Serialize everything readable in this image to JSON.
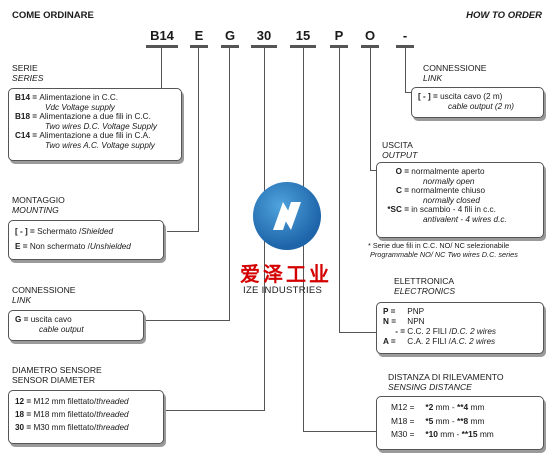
{
  "header": {
    "left_title": "COME ORDINARE",
    "right_title": "HOW TO ORDER"
  },
  "code": [
    "B14",
    "E",
    "G",
    "30",
    "15",
    "P",
    "O",
    "-"
  ],
  "serie": {
    "title": "SERIE",
    "title_en": "SERIES",
    "items": [
      {
        "code": "B14 =",
        "text": "Alimentazione in C.C.",
        "sub": "Vdc Voltage supply"
      },
      {
        "code": "B18 =",
        "text": "Alimentazione a due fili in C.C.",
        "sub": "Two wires D.C. Voltage Supply"
      },
      {
        "code": "C14 =",
        "text": "Alimentazione a due fili in C.A.",
        "sub": "Two wires A.C. Voltage supply"
      }
    ]
  },
  "montaggio": {
    "title": "MONTAGGIO",
    "title_en": "MOUNTING",
    "items": [
      {
        "code": "[ - ] =",
        "text": "Schermato / ",
        "text_en": "Shielded"
      },
      {
        "code": "E =",
        "text": "Non schermato / ",
        "text_en": "Unshielded"
      }
    ]
  },
  "connessione_left": {
    "title": "CONNESSIONE",
    "title_en": "LINK",
    "code": "G =",
    "text": "uscita cavo",
    "sub": "cable output"
  },
  "diametro": {
    "title": "DIAMETRO SENSORE",
    "title_en": "SENSOR DIAMETER",
    "items": [
      {
        "code": "12 =",
        "text": "M12 mm filettato/",
        "text_en": "threaded"
      },
      {
        "code": "18 =",
        "text": "M18 mm filettato/",
        "text_en": "threaded"
      },
      {
        "code": "30 =",
        "text": "M30 mm filettato/",
        "text_en": "threaded"
      }
    ]
  },
  "connessione_right": {
    "title": "CONNESSIONE",
    "title_en": "LINK",
    "code": "[ - ] =",
    "text": "uscita cavo (2 m)",
    "sub": "cable output (2 m)"
  },
  "uscita": {
    "title": "USCITA",
    "title_en": "OUTPUT",
    "items": [
      {
        "code": "O =",
        "text": "normalmente aperto",
        "sub": "normally open"
      },
      {
        "code": "C =",
        "text": "normalmente chiuso",
        "sub": "normally closed"
      },
      {
        "code": "*SC =",
        "text": "in scambio - 4 fili in c.c.",
        "sub": "antivalent - 4 wires d.c."
      }
    ],
    "note_it": "* Serie due fili in C.C. NO/ NC selezionabile",
    "note_en": "Programmable NO/ NC Two wires D.C. series"
  },
  "logo": {
    "chinese": "爱泽工业",
    "english": "IZE INDUSTRIES"
  },
  "elettronica": {
    "title": "ELETTRONICA",
    "title_en": "ELECTRONICS",
    "items": [
      {
        "code": "P =",
        "text": "PNP",
        "text_en": ""
      },
      {
        "code": "N =",
        "text": "NPN",
        "text_en": ""
      },
      {
        "code": "- =",
        "text": "C.C. 2 FILI / ",
        "text_en": "D.C. 2 wires"
      },
      {
        "code": "A =",
        "text": "C.A. 2 FILI / ",
        "text_en": "A.C. 2 wires"
      }
    ]
  },
  "distanza": {
    "title": "DISTANZA DI RILEVAMENTO",
    "title_en": "SENSING DISTANCE",
    "rows": [
      {
        "size": "M12 =",
        "a": "*2",
        "b": "**4",
        "unit": "mm"
      },
      {
        "size": "M18 =",
        "a": "*5",
        "b": "**8",
        "unit": "mm"
      },
      {
        "size": "M30 =",
        "a": "*10",
        "b": "**15",
        "unit": "mm"
      }
    ]
  }
}
